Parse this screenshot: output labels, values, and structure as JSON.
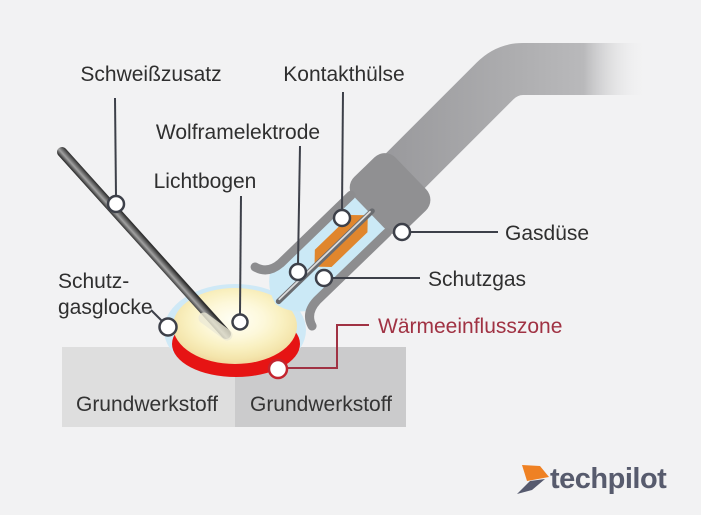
{
  "labels": {
    "schweisszusatz": "Schweißzusatz",
    "kontakthuelse": "Kontakthülse",
    "wolframelektrode": "Wolframelektrode",
    "lichtbogen": "Lichtbogen",
    "gasduese": "Gasdüse",
    "schutzgas": "Schutzgas",
    "schutzgasglocke_line1": "Schutz-",
    "schutzgasglocke_line2": "gasglocke",
    "waermeeinflusszone": "Wärmeeinflusszone",
    "grundwerkstoff_left": "Grundwerkstoff",
    "grundwerkstoff_right": "Grundwerkstoff"
  },
  "logo": {
    "text": "techpilot",
    "mark_icon": "double-chevron-arrow"
  },
  "colors": {
    "background": "#f2f2f3",
    "base_material_left": "#dedede",
    "base_material_right": "#cbcbcc",
    "gas_bell_blue": "#cfe9f6",
    "shielding_gas_blue": "#cbe9f6",
    "heat_zone_red": "#e61414",
    "annotation_red": "#a03243",
    "heat_marker_red": "#c3242e",
    "contact_sleeve_orange": "#e0862d",
    "torch_gray": "#8d8d8f",
    "collar_gray": "#909092",
    "connector_dark": "#3d4049",
    "text_dark": "#2f2f2f",
    "logo_orange": "#ef8123",
    "logo_dark": "#565a6e"
  }
}
